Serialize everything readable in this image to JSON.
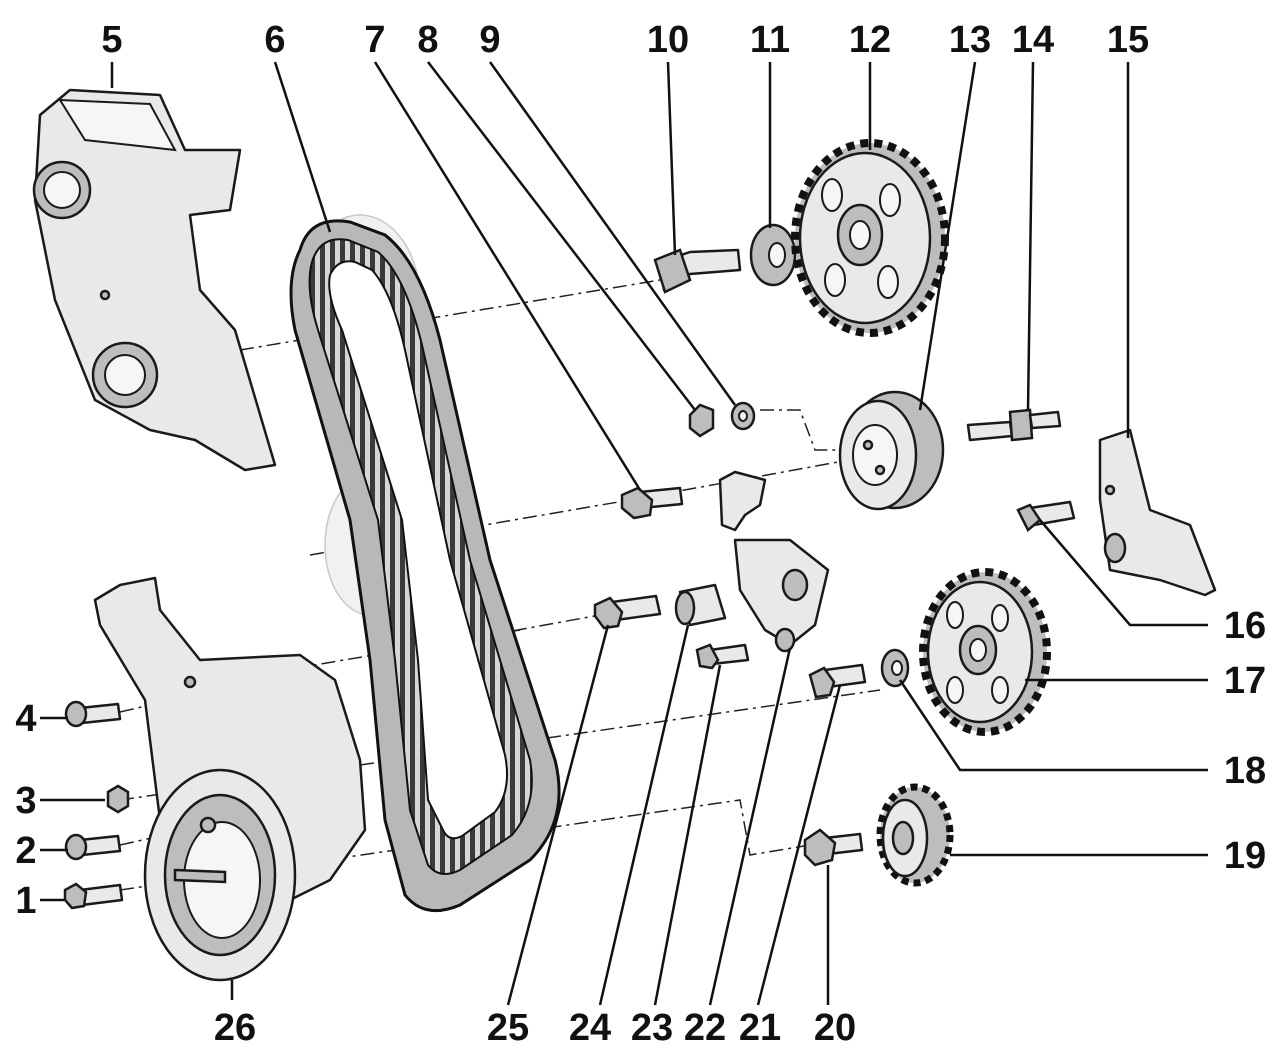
{
  "callouts": [
    {
      "id": "1",
      "label": "1"
    },
    {
      "id": "2",
      "label": "2"
    },
    {
      "id": "3",
      "label": "3"
    },
    {
      "id": "4",
      "label": "4"
    },
    {
      "id": "5",
      "label": "5"
    },
    {
      "id": "6",
      "label": "6"
    },
    {
      "id": "7",
      "label": "7"
    },
    {
      "id": "8",
      "label": "8"
    },
    {
      "id": "9",
      "label": "9"
    },
    {
      "id": "10",
      "label": "10"
    },
    {
      "id": "11",
      "label": "11"
    },
    {
      "id": "12",
      "label": "12"
    },
    {
      "id": "13",
      "label": "13"
    },
    {
      "id": "14",
      "label": "14"
    },
    {
      "id": "15",
      "label": "15"
    },
    {
      "id": "16",
      "label": "16"
    },
    {
      "id": "17",
      "label": "17"
    },
    {
      "id": "18",
      "label": "18"
    },
    {
      "id": "19",
      "label": "19"
    },
    {
      "id": "20",
      "label": "20"
    },
    {
      "id": "21",
      "label": "21"
    },
    {
      "id": "22",
      "label": "22"
    },
    {
      "id": "23",
      "label": "23"
    },
    {
      "id": "24",
      "label": "24"
    },
    {
      "id": "25",
      "label": "25"
    },
    {
      "id": "26",
      "label": "26"
    }
  ],
  "colors": {
    "ink": "#111111",
    "part_fill": "#e9e9e9",
    "part_shade": "#bdbdbd",
    "background": "#ffffff"
  }
}
